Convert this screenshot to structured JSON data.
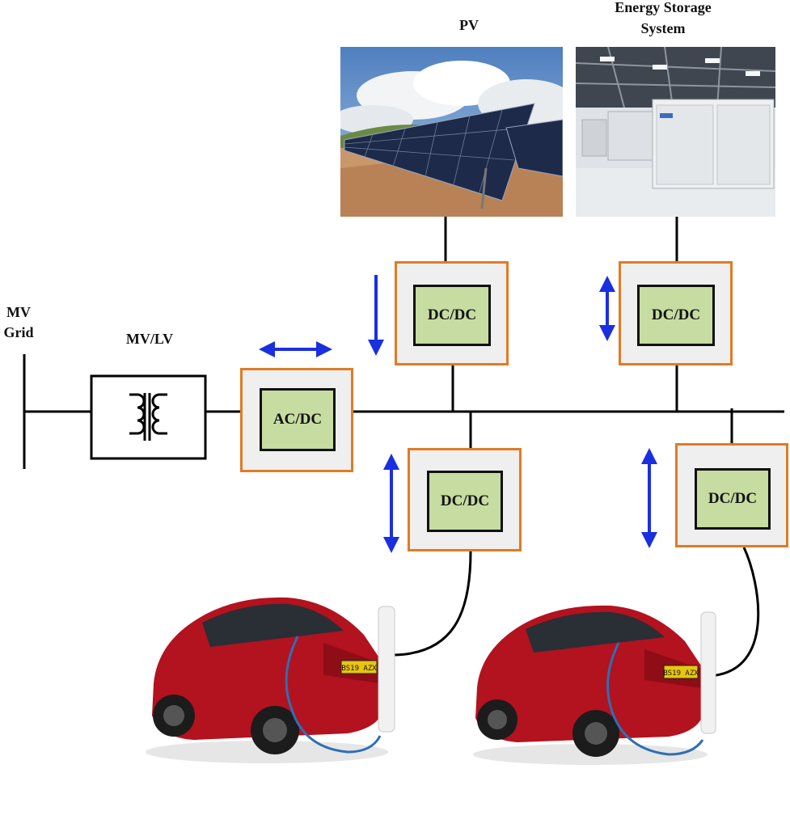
{
  "labels": {
    "pv": "PV",
    "ess_line1": "Energy Storage",
    "ess_line2": "System",
    "mv_grid_line1": "MV",
    "mv_grid_line2": "Grid",
    "transformer": "MV/LV"
  },
  "converters": {
    "ac_dc": "AC/DC",
    "pv_dc_dc": "DC/DC",
    "ess_dc_dc": "DC/DC",
    "ev1_dc_dc": "DC/DC",
    "ev2_dc_dc": "DC/DC"
  },
  "plates": {
    "ev1": "BS19 AZX",
    "ev2": "BS19 AZX"
  },
  "colors": {
    "converter_border": "#e07b24",
    "converter_fill": "#efefef",
    "inner_fill": "#c7dca0",
    "arrow": "#1a2fe0",
    "car_body": "#b3121f"
  }
}
